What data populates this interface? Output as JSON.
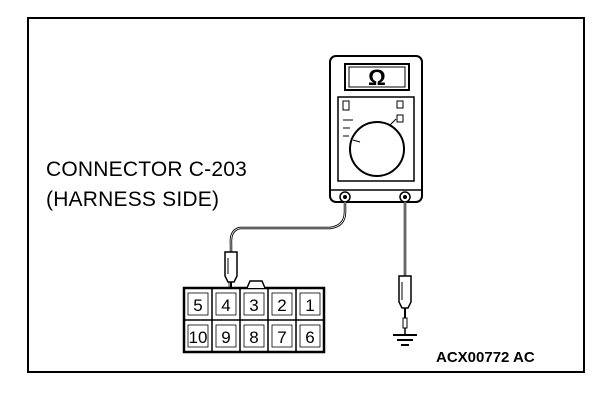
{
  "connector": {
    "line1": "CONNECTOR C-203",
    "line2": "(HARNESS SIDE)",
    "pins_top": [
      "5",
      "4",
      "3",
      "2",
      "1"
    ],
    "pins_bottom": [
      "10",
      "9",
      "8",
      "7",
      "6"
    ]
  },
  "meter": {
    "display_symbol": "Ω"
  },
  "figure_code": "ACX00772 AC",
  "colors": {
    "line": "#000000",
    "background": "#ffffff"
  }
}
